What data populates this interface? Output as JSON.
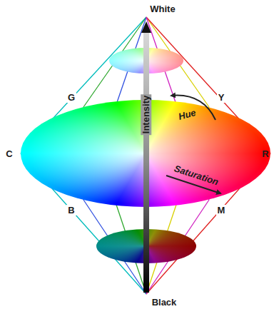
{
  "diagram": {
    "labels": [
      "White",
      "G",
      "Y",
      "C",
      "Hue",
      "Intensity",
      "Saturation",
      "R",
      "B",
      "M",
      "Black"
    ]
  }
}
